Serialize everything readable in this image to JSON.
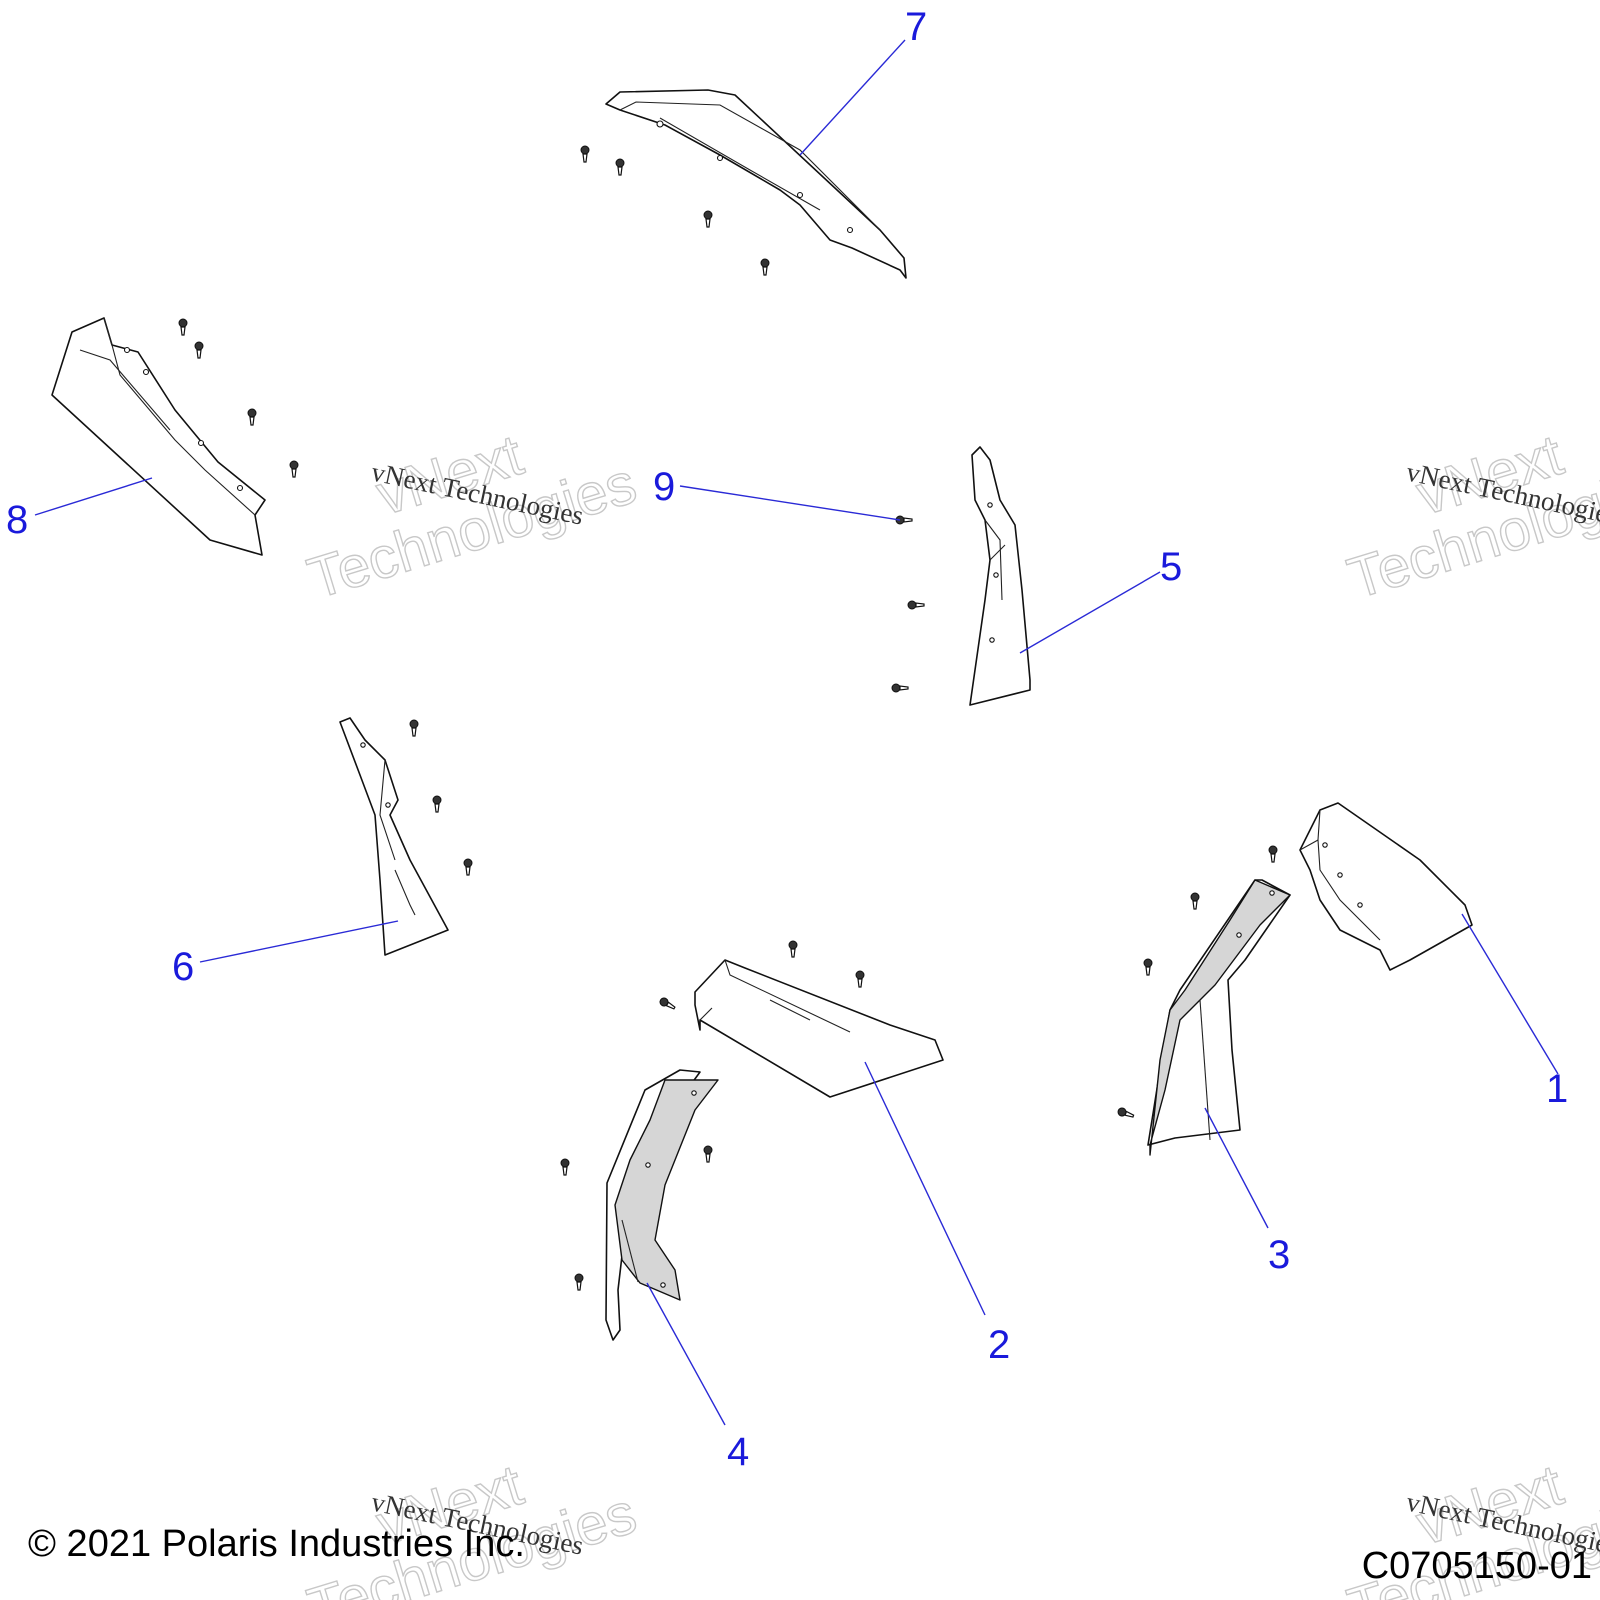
{
  "diagram": {
    "watermark_text": "vNext Technologies",
    "watermark_line1": "vNext",
    "watermark_line2": "Technologies",
    "copyright": "© 2021 Polaris Industries Inc.",
    "figure_id": "C0705150-01",
    "callouts": [
      "1",
      "2",
      "3",
      "4",
      "5",
      "6",
      "7",
      "8",
      "9"
    ],
    "colors": {
      "callout": "#1a1adb",
      "leader": "#2a2ad6",
      "shade": "#d6d6d6"
    }
  }
}
